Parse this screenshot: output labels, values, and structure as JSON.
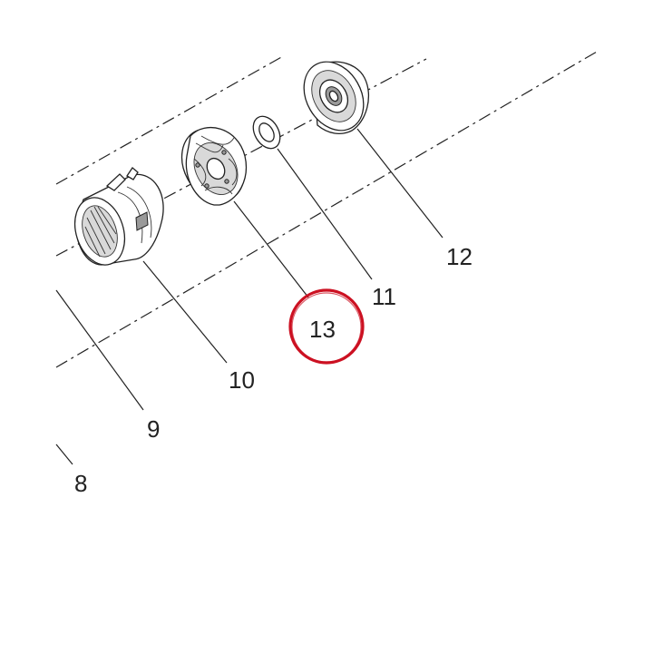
{
  "diagram": {
    "callouts": {
      "c8": "8",
      "c9": "9",
      "c10": "10",
      "c11": "11",
      "c12": "12",
      "c13": "13"
    },
    "highlight": {
      "target": "13",
      "color": "#cc1122"
    }
  }
}
